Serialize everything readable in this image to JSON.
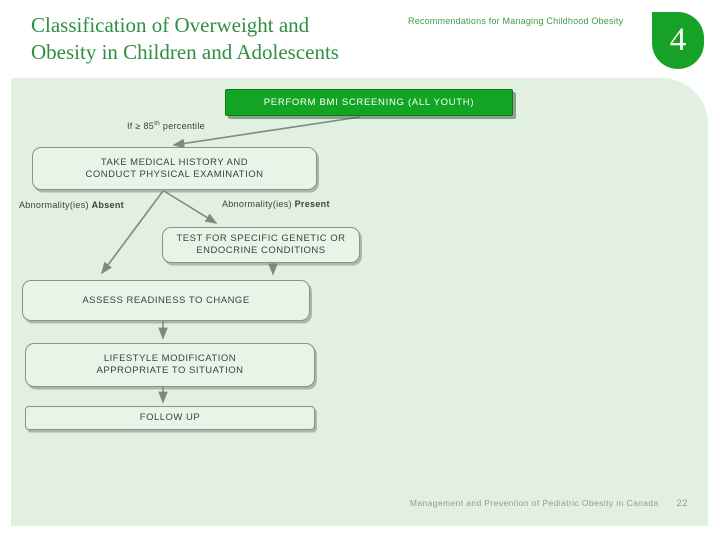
{
  "slide": {
    "title_lines": [
      "Classification of Overweight and",
      "Obesity in Children and Adolescents"
    ],
    "header_note": "Recommendations for Managing Childhood Obesity",
    "page_badge": "4",
    "footer_text": "Management and Prevention of Pediatric Obesity in Canada",
    "footer_page": "22"
  },
  "flowchart": {
    "perform_label": "PERFORM BMI SCREENING (ALL YOUTH)",
    "condition_prefix": "If ≥ 85",
    "condition_sup": "th",
    "condition_suffix": " percentile",
    "take_label": [
      "TAKE MEDICAL HISTORY AND",
      "CONDUCT PHYSICAL EXAMINATION"
    ],
    "absent_prefix": "Abnormality(ies) ",
    "absent_bold": "Absent",
    "present_prefix": "Abnormality(ies) ",
    "present_bold": "Present",
    "test_label": [
      "TEST FOR SPECIFIC GENETIC OR",
      "ENDOCRINE CONDITIONS"
    ],
    "assess_label": "ASSESS READINESS TO CHANGE",
    "lifestyle_label": [
      "LIFESTYLE MODIFICATION",
      "APPROPRIATE TO SITUATION"
    ],
    "followup_label": "FOLLOW UP"
  },
  "colors": {
    "accent_green": "#12a423",
    "badge_green": "#16a226",
    "title_green": "#2f8f3e",
    "panel_green": "#e2f0e1",
    "box_border_gray": "#87948a",
    "arrow_gray": "#7d8a7e",
    "text_dark": "#3a413c",
    "footer_gray": "#8e9e91"
  }
}
